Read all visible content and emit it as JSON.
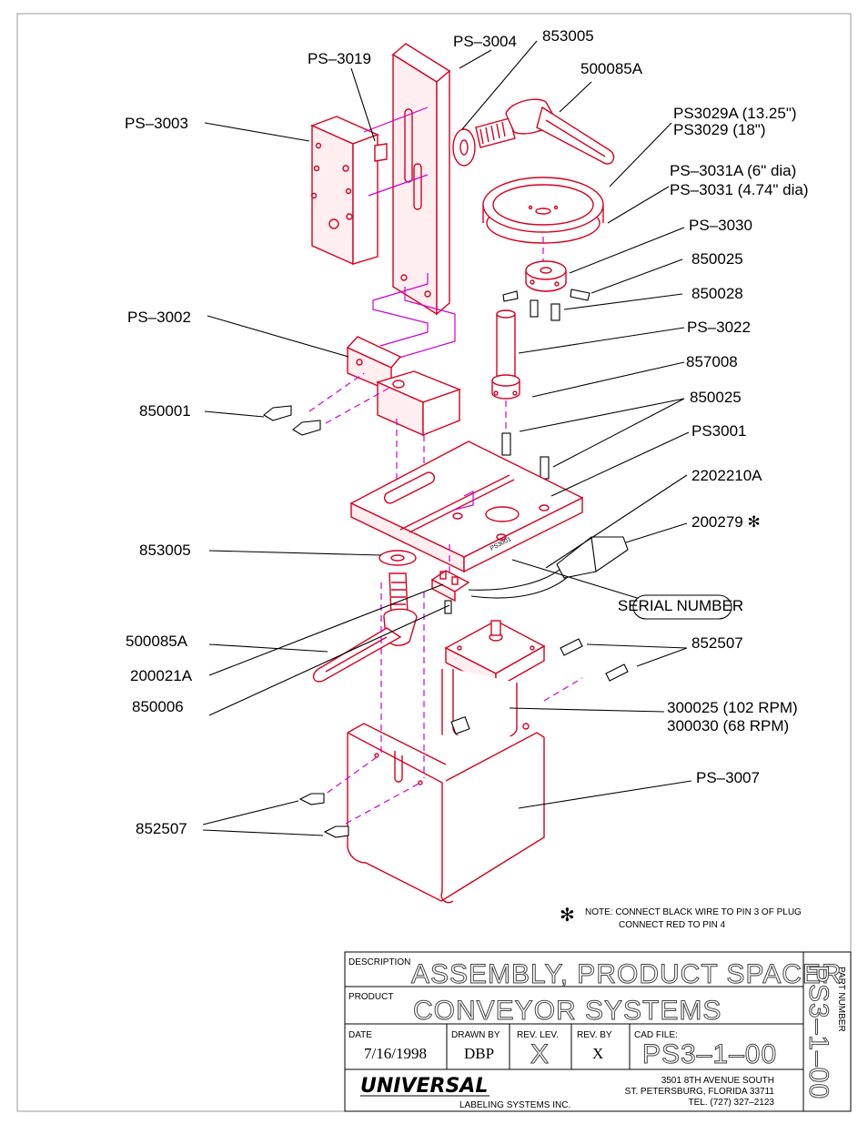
{
  "labels": {
    "ps3004": "PS–3004",
    "top_853005": "853005",
    "ps3019": "PS–3019",
    "top_500085a": "500085A",
    "ps3003": "PS–3003",
    "ps3029a": "PS3029A (13.25\")",
    "ps3029": "PS3029 (18\")",
    "ps3031a": "PS–3031A (6\" dia)",
    "ps3031": "PS–3031 (4.74\" dia)",
    "ps3030": "PS–3030",
    "p850025_a": "850025",
    "p850028": "850028",
    "ps3002": "PS–3002",
    "ps3022": "PS–3022",
    "p857008": "857008",
    "p850025_b": "850025",
    "p850001": "850001",
    "ps3001": "PS3001",
    "p2202210a": "2202210A",
    "p200279": "200279 ✻",
    "mid_853005": "853005",
    "serial_number": "SERIAL NUMBER",
    "mid_500085a": "500085A",
    "p852507_right": "852507",
    "p200021a": "200021A",
    "p850006": "850006",
    "motor_102": "300025 (102 RPM)",
    "motor_68": "300030 (68 RPM)",
    "ps3007": "PS–3007",
    "p852507_left": "852507"
  },
  "note": {
    "star": "✻",
    "line1": "NOTE: CONNECT BLACK WIRE TO PIN 3 OF PLUG",
    "line2": "CONNECT RED TO PIN 4"
  },
  "title_block": {
    "description_label": "DESCRIPTION",
    "description": "ASSEMBLY, PRODUCT SPACER",
    "product_label": "PRODUCT",
    "product": "CONVEYOR SYSTEMS",
    "date_label": "DATE",
    "date": "7/16/1998",
    "drawn_by_label": "DRAWN BY",
    "drawn_by": "DBP",
    "rev_lev_label": "REV. LEV.",
    "rev_lev": "X",
    "rev_by_label": "REV. BY",
    "rev_by": "X",
    "cad_file_label": "CAD FILE:",
    "cad_file": "PS3–1–00",
    "part_number_label": "PART NUMBER",
    "part_number": "PS3–1–00",
    "company_logo": "UNIVERSAL",
    "company_sub": "LABELING SYSTEMS INC.",
    "address1": "3501 8TH AVENUE SOUTH",
    "address2": "ST. PETERSBURG, FLORIDA 33711",
    "address3": "TEL. (727) 327–2123"
  },
  "colors": {
    "part_outline": "#d8001f",
    "assembly_line": "#d000d0",
    "leader": "#000000"
  }
}
